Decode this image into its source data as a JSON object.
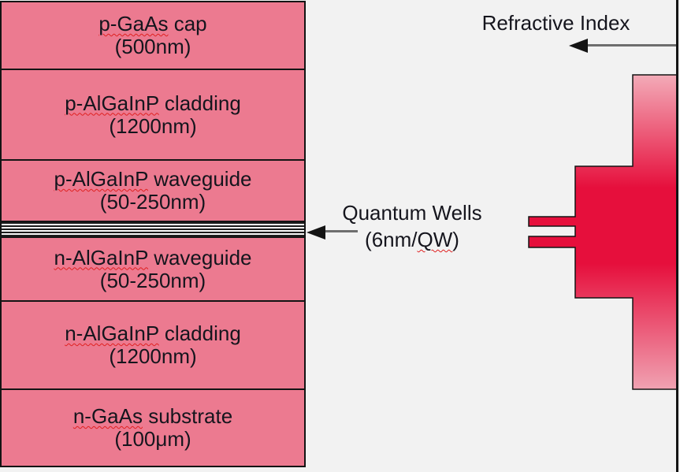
{
  "canvas": {
    "background_color": "#f2f2f2",
    "border_color": "#141414"
  },
  "stack": {
    "fill_color": "#ec7a90",
    "layers": [
      {
        "name_mark": "p-GaAs",
        "name_rest": " cap",
        "thickness": "(500nm)"
      },
      {
        "name_mark": "p-AlGaInP",
        "name_rest": " cladding",
        "thickness": "(1200nm)"
      },
      {
        "name_mark": "p-AlGaInP",
        "name_rest": " waveguide",
        "thickness": "(50-250nm)"
      },
      {
        "name_mark": "n-AlGaInP",
        "name_rest": " waveguide",
        "thickness": "(50-250nm)"
      },
      {
        "name_mark": "n-AlGaInP",
        "name_rest": " cladding",
        "thickness": "(1200nm)"
      },
      {
        "name_mark": "n-GaAs",
        "name_rest": " substrate",
        "thickness": "(100μm)"
      }
    ]
  },
  "annotations": {
    "quantum_wells": {
      "line1": "Quantum Wells",
      "line2_pre": "(6nm/",
      "line2_mark": "QW",
      "line2_post": ")"
    },
    "refractive_index": {
      "label": "Refractive Index"
    }
  },
  "profile": {
    "light_top_color": "#f3abb8",
    "deep_color": "#e60f3c",
    "light_bottom_color": "#f0a2b2"
  }
}
